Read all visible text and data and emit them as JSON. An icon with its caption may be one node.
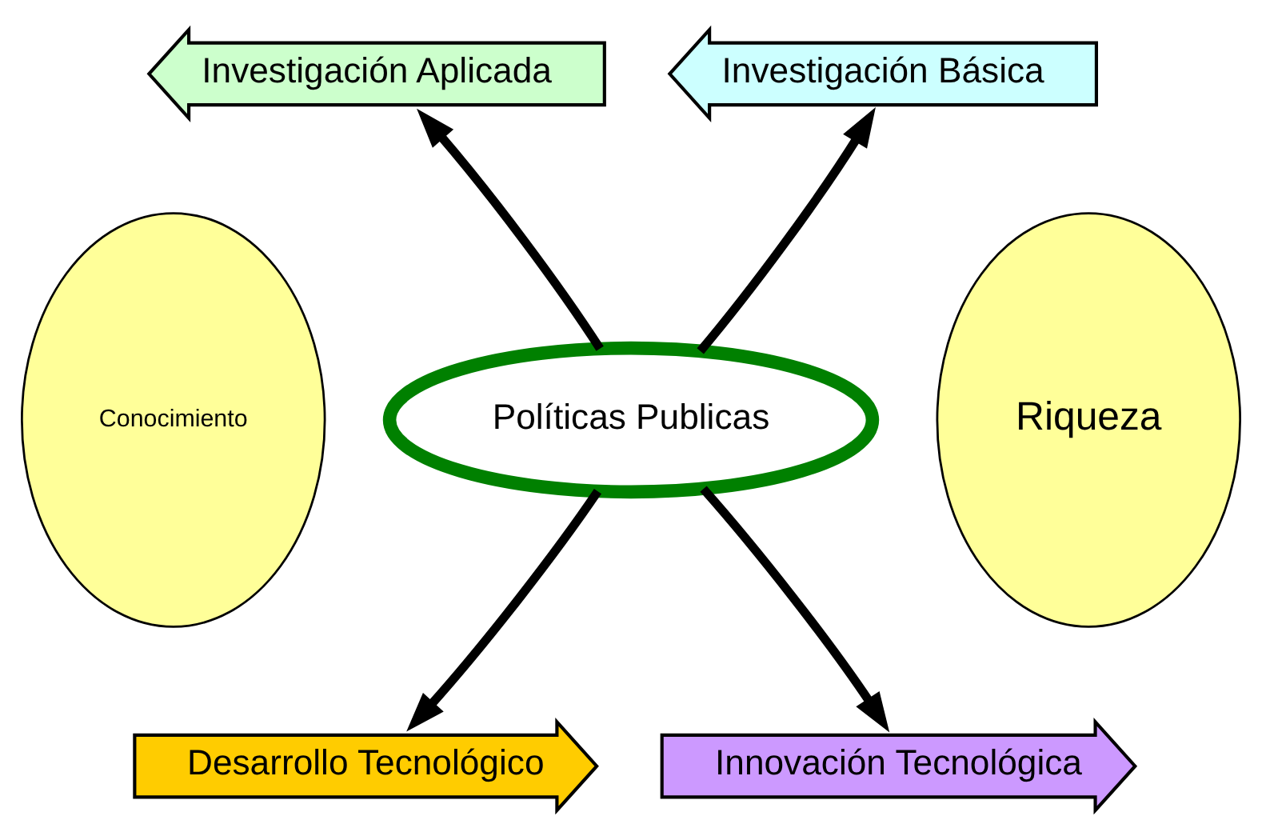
{
  "diagram": {
    "nodes": [
      {
        "text": [
          "Investigación Aplicada"
        ]
      },
      {
        "text": [
          "Investigación Básica"
        ]
      },
      {
        "text": [
          "Conocimiento"
        ]
      },
      {
        "text": [
          "Políticas Publicas"
        ]
      },
      {
        "text": [
          "Riqueza"
        ]
      },
      {
        "text": [
          "Desarrollo Tecnológico"
        ]
      },
      {
        "text": [
          "Innovación Tecnológica"
        ]
      }
    ],
    "edges": [
      {
        "from": 3,
        "to": 0,
        "arrow": "to"
      },
      {
        "from": 3,
        "to": 1,
        "arrow": "to"
      },
      {
        "from": 3,
        "to": 5,
        "arrow": "to"
      },
      {
        "from": 3,
        "to": 6,
        "arrow": "to"
      }
    ]
  }
}
